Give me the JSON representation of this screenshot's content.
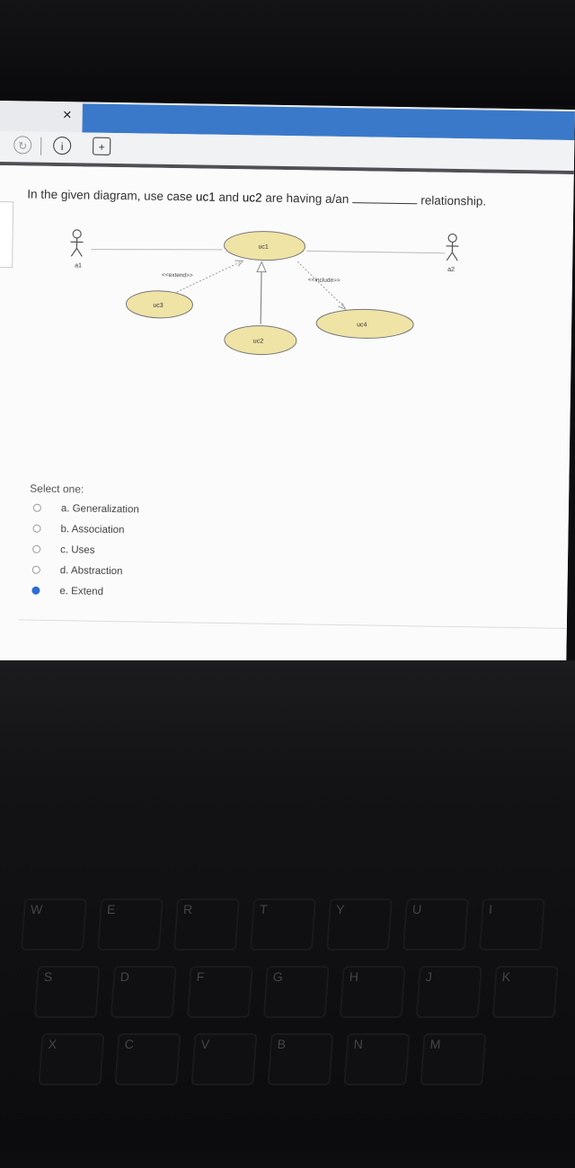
{
  "window": {
    "close_glyph": "×"
  },
  "toolbar": {
    "reload_glyph": "↻",
    "info_glyph": "i",
    "plus_glyph": "+"
  },
  "question": {
    "before": "In the given diagram, use case ",
    "uc1": "uc1",
    "and": " and ",
    "uc2": "uc2",
    "middle": " are having a/an",
    "after": "relationship."
  },
  "diagram": {
    "actors": [
      "a1",
      "a2"
    ],
    "use_cases": [
      "uc1",
      "uc2",
      "uc3",
      "uc4"
    ],
    "extend_label": "<<extend>>",
    "include_label": "<<include>>",
    "colors": {
      "ellipse_fill": "#efe3a6",
      "ellipse_stroke": "#6b6b6b"
    }
  },
  "quiz": {
    "select_label": "Select one:",
    "options": [
      {
        "label": "a. Generalization",
        "selected": false
      },
      {
        "label": "b. Association",
        "selected": false
      },
      {
        "label": "c. Uses",
        "selected": false
      },
      {
        "label": "d. Abstraction",
        "selected": false
      },
      {
        "label": "e. Extend",
        "selected": true
      }
    ],
    "selected_color": "#2e6cd6"
  },
  "keyboard": {
    "keys": [
      "W",
      "E",
      "R",
      "T",
      "Y",
      "U",
      "I",
      "S",
      "D",
      "F",
      "G",
      "H",
      "J",
      "K",
      "X",
      "C",
      "V",
      "B",
      "N",
      "M"
    ]
  }
}
